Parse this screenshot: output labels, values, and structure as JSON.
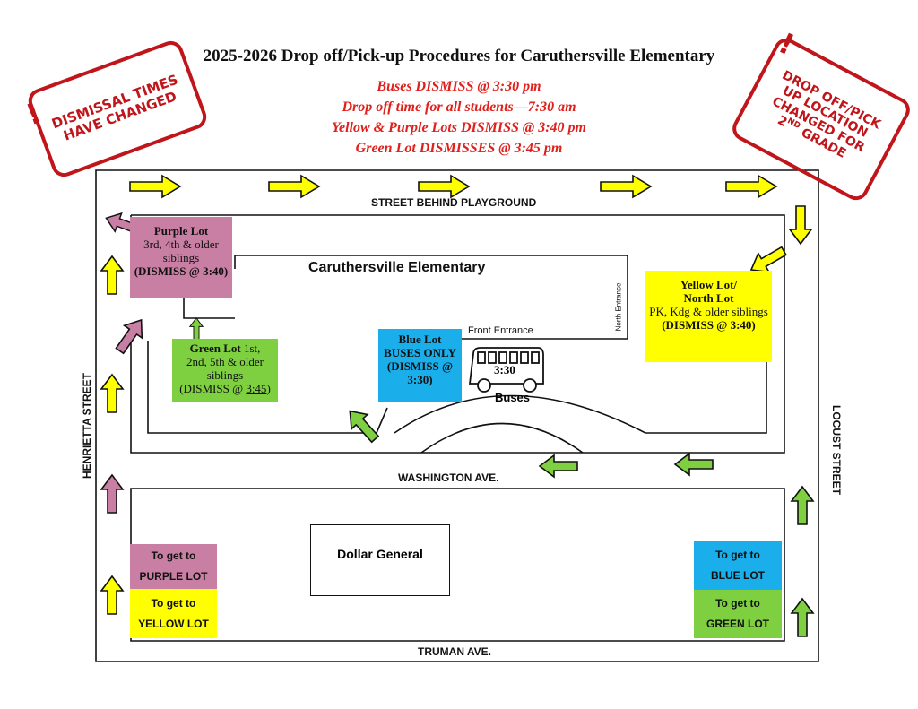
{
  "title": "2025-2026 Drop off/Pick-up Procedures for Caruthersville Elementary",
  "subtitles": [
    "Buses DISMISS @ 3:30 pm",
    "Drop off time for all students—7:30 am",
    "Yellow & Purple Lots DISMISS @ 3:40 pm",
    "Green Lot DISMISSES @ 3:45 pm"
  ],
  "stamps": {
    "left": "DISMISSAL TIMES HAVE CHANGED",
    "right_line1": "DROP OFF/PICK",
    "right_line2": "UP LOCATION",
    "right_line3": "CHANGED FOR",
    "right_line4_num": "2",
    "right_line4_sup": "ND",
    "right_line4_rest": "GRADE"
  },
  "streets": {
    "top": "STREET BEHIND PLAYGROUND",
    "middle": "WASHINGTON AVE.",
    "bottom": "TRUMAN AVE.",
    "left": "HENRIETTA STREET",
    "right": "LOCUST STREET"
  },
  "building": {
    "name": "Caruthersville Elementary",
    "front_entrance": "Front Entrance",
    "north_entrance": "North Entrance"
  },
  "lots": {
    "purple": {
      "name": "Purple Lot",
      "desc": "3rd, 4th & older siblings",
      "dismiss": "(DISMISS @ 3:40)"
    },
    "green": {
      "name": "Green Lot",
      "desc_a": "1st,",
      "desc_b": "2nd, 5th & older siblings",
      "dismiss_prefix": "(DISMISS @ ",
      "dismiss_time": "3:45",
      "dismiss_suffix": ")"
    },
    "blue": {
      "name": "Blue Lot",
      "desc": "BUSES ONLY",
      "dismiss": "(DISMISS @ 3:30)"
    },
    "yellow": {
      "name": "Yellow Lot/ North Lot",
      "desc": "PK, Kdg & older siblings",
      "dismiss": "(DISMISS @ 3:40)"
    }
  },
  "bus": {
    "time": "3:30",
    "label": "Buses"
  },
  "store": "Dollar General",
  "legend": {
    "purple": "To get to PURPLE LOT",
    "yellow": "To get to YELLOW LOT",
    "blue": "To get to BLUE LOT",
    "green": "To get to GREEN LOT"
  },
  "colors": {
    "purple": "#c87fa3",
    "green": "#7ed040",
    "blue": "#1aaeea",
    "yellow": "#ffff00",
    "red": "#e0201c",
    "stamp": "#c0161b"
  }
}
